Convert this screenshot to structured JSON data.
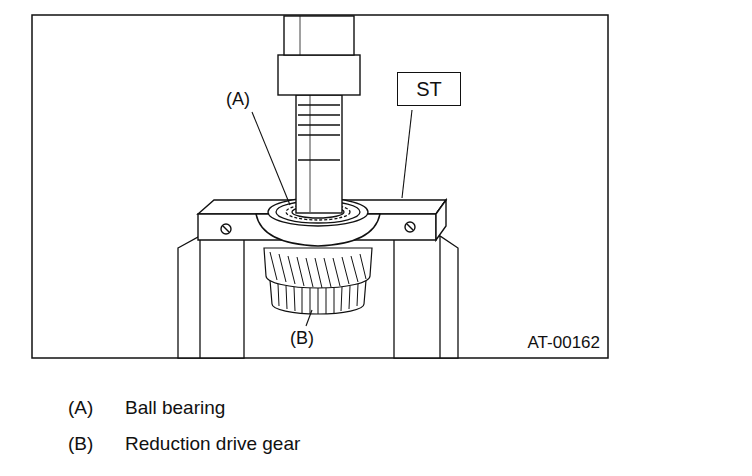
{
  "diagram": {
    "nodes": [
      {
        "text": [
          "ST"
        ]
      }
    ],
    "labels": [
      "(A)",
      "(B)",
      "AT-00162",
      "(A)",
      "Ball bearing",
      "(B)",
      "Reduction drive gear"
    ]
  }
}
